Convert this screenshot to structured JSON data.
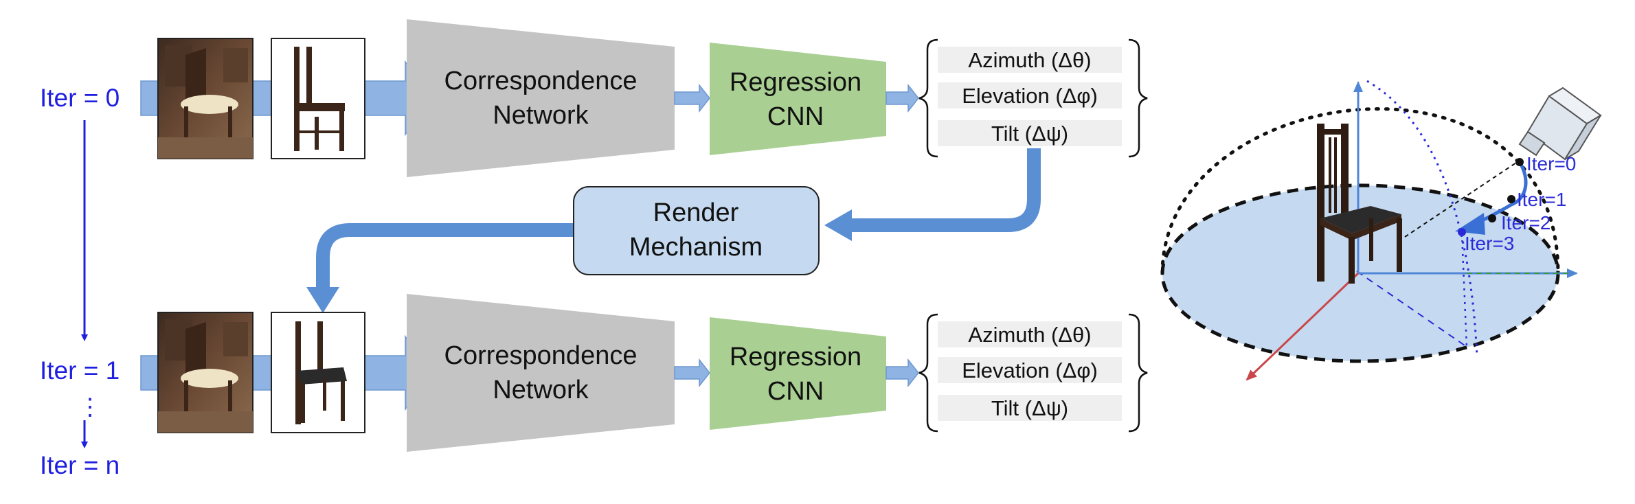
{
  "iter_labels": {
    "iter0": "Iter = 0",
    "iter1": "Iter = 1",
    "dots": "⋮",
    "itern": "Iter = n"
  },
  "pipeline_top": {
    "correspondence": [
      "Correspondence",
      "Network"
    ],
    "regression": [
      "Regression",
      "CNN"
    ],
    "outputs": [
      "Azimuth (Δθ)",
      "Elevation (Δφ)",
      "Tilt (Δψ)"
    ]
  },
  "render": [
    "Render",
    "Mechanism"
  ],
  "pipeline_bottom": {
    "correspondence": [
      "Correspondence",
      "Network"
    ],
    "regression": [
      "Regression",
      "CNN"
    ],
    "outputs": [
      "Azimuth (Δθ)",
      "Elevation (Δφ)",
      "Tilt (Δψ)"
    ]
  },
  "viewpoint_iters": [
    "Iter=0",
    "Iter=1",
    "Iter=2",
    "Iter=3"
  ],
  "colors": {
    "iter_blue": "#1f1fe0",
    "arrow_blue": "#5b8fd4",
    "light_blue": "#8fb4e3",
    "correspondence_gray": "#c4c4c4",
    "regression_green": "#a9cf92",
    "render_fill": "#c5daf0",
    "output_field": "#efefef",
    "ground_fill": "#c5daf0"
  }
}
